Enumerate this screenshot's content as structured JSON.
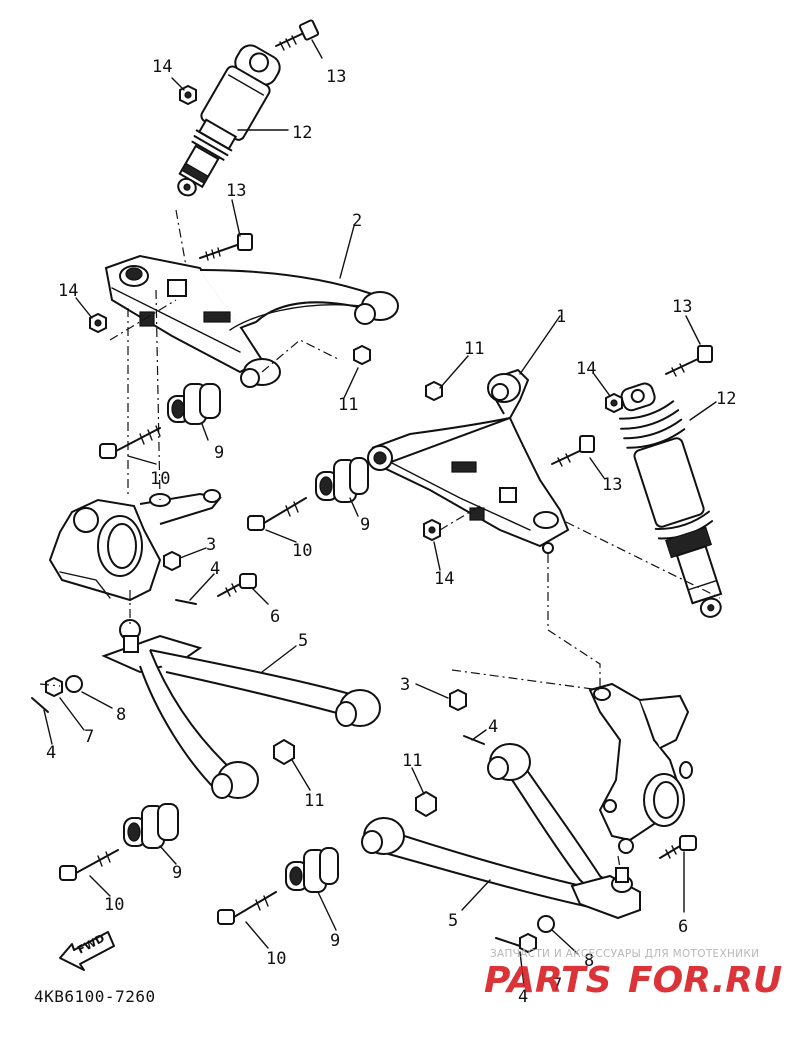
{
  "part_code": "4KB6100-7260",
  "direction_arrow": "FWD",
  "watermark": {
    "tagline": "ЗАПЧАСТИ И АКСЕССУАРЫ ДЛЯ МОТОТЕХНИКИ",
    "logo_left": "PARTS",
    "logo_right": "FOR.RU",
    "color": "#d81e23"
  },
  "callouts": {
    "c1": "1",
    "c2": "2",
    "c3a": "3",
    "c3b": "3",
    "c4a": "4",
    "c4b": "4",
    "c4c": "4",
    "c4d": "4",
    "c5a": "5",
    "c5b": "5",
    "c6a": "6",
    "c6b": "6",
    "c7a": "7",
    "c7b": "7",
    "c8a": "8",
    "c8b": "8",
    "c9a": "9",
    "c9b": "9",
    "c9c": "9",
    "c9d": "9",
    "c10a": "10",
    "c10b": "10",
    "c10c": "10",
    "c10d": "10",
    "c11a": "11",
    "c11b": "11",
    "c11c": "11",
    "c11d": "11",
    "c12a": "12",
    "c12b": "12",
    "c13a": "13",
    "c13b": "13",
    "c13c": "13",
    "c13d": "13",
    "c14a": "14",
    "c14b": "14",
    "c14c": "14",
    "c14d": "14"
  }
}
